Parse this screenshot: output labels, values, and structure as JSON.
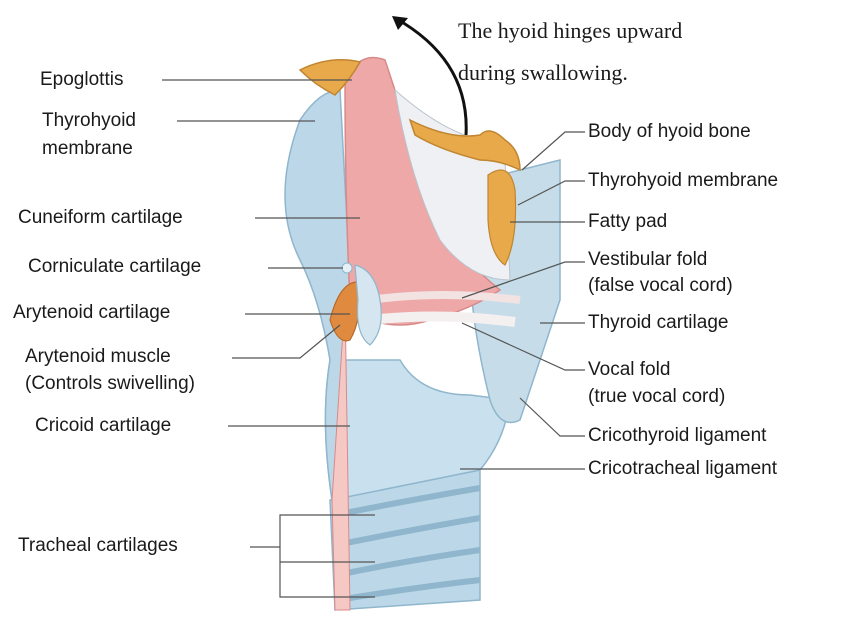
{
  "annotation": {
    "line1": "The hyoid hinges upward",
    "line2": "during swallowing."
  },
  "labels_left": {
    "epiglottis": "Epoglottis",
    "thyrohyoid_membrane_1": "Thyrohyoid",
    "thyrohyoid_membrane_2": "membrane",
    "cuneiform": "Cuneiform cartilage",
    "corniculate": "Corniculate cartilage",
    "arytenoid": "Arytenoid cartilage",
    "arytenoid_muscle_1": "Arytenoid muscle",
    "arytenoid_muscle_2": "(Controls swivelling)",
    "cricoid": "Cricoid cartilage",
    "tracheal": "Tracheal cartilages"
  },
  "labels_right": {
    "hyoid_body": "Body of hyoid bone",
    "thyrohyoid_membrane": "Thyrohyoid membrane",
    "fatty_pad": "Fatty pad",
    "vestibular_1": "Vestibular fold",
    "vestibular_2": "(false vocal cord)",
    "thyroid": "Thyroid cartilage",
    "vocal_1": "Vocal fold",
    "vocal_2": "(true vocal cord)",
    "cricothyroid": "Cricothyroid ligament",
    "cricotracheal": "Cricotracheal ligament"
  },
  "colors": {
    "cartilage_blue": "#bcd8e8",
    "cartilage_blue_dark": "#8fb6cc",
    "mucosa_pink": "#eea8a8",
    "mucosa_pink_light": "#f6c8c4",
    "fat_orange": "#e8a94a",
    "leader_gray": "#555555"
  }
}
